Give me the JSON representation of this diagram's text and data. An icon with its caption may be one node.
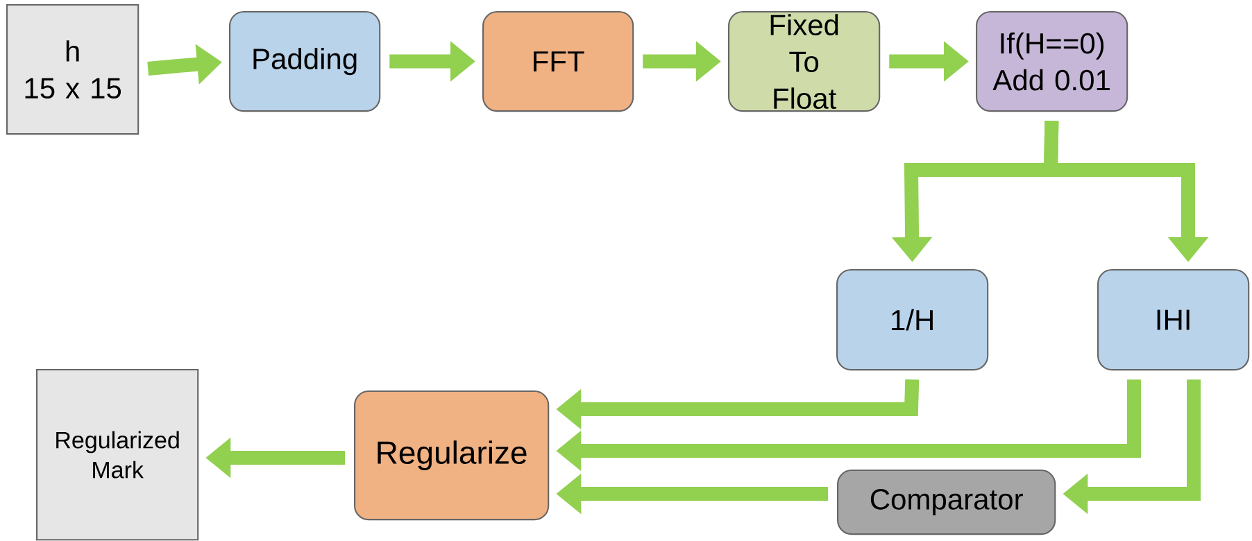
{
  "diagram": {
    "nodes": [
      {
        "text": [
          "h",
          "15 x 15"
        ]
      },
      {
        "text": [
          "Padding"
        ]
      },
      {
        "text": [
          "FFT"
        ]
      },
      {
        "text": [
          "Fixed To Float"
        ]
      },
      {
        "text": [
          "If(H==0) Add 0.01"
        ]
      },
      {
        "text": [
          "1/H"
        ]
      },
      {
        "text": [
          "IHI"
        ]
      },
      {
        "text": [
          "Regularize"
        ]
      },
      {
        "text": [
          "Regularized Mark"
        ]
      },
      {
        "text": [
          "Comparator"
        ]
      }
    ],
    "edges": [
      {
        "from": 0,
        "to": 1,
        "arrow": "to"
      },
      {
        "from": 1,
        "to": 2,
        "arrow": "to"
      },
      {
        "from": 2,
        "to": 3,
        "arrow": "to"
      },
      {
        "from": 3,
        "to": 4,
        "arrow": "to"
      },
      {
        "from": 4,
        "to": 5,
        "arrow": "to"
      },
      {
        "from": 4,
        "to": 6,
        "arrow": "to"
      },
      {
        "from": 5,
        "to": 7,
        "arrow": "to"
      },
      {
        "from": 6,
        "to": 7,
        "arrow": "to"
      },
      {
        "from": 6,
        "to": 9,
        "arrow": "to"
      },
      {
        "from": 9,
        "to": 7,
        "arrow": "to"
      },
      {
        "from": 7,
        "to": 8,
        "arrow": "to"
      }
    ]
  }
}
